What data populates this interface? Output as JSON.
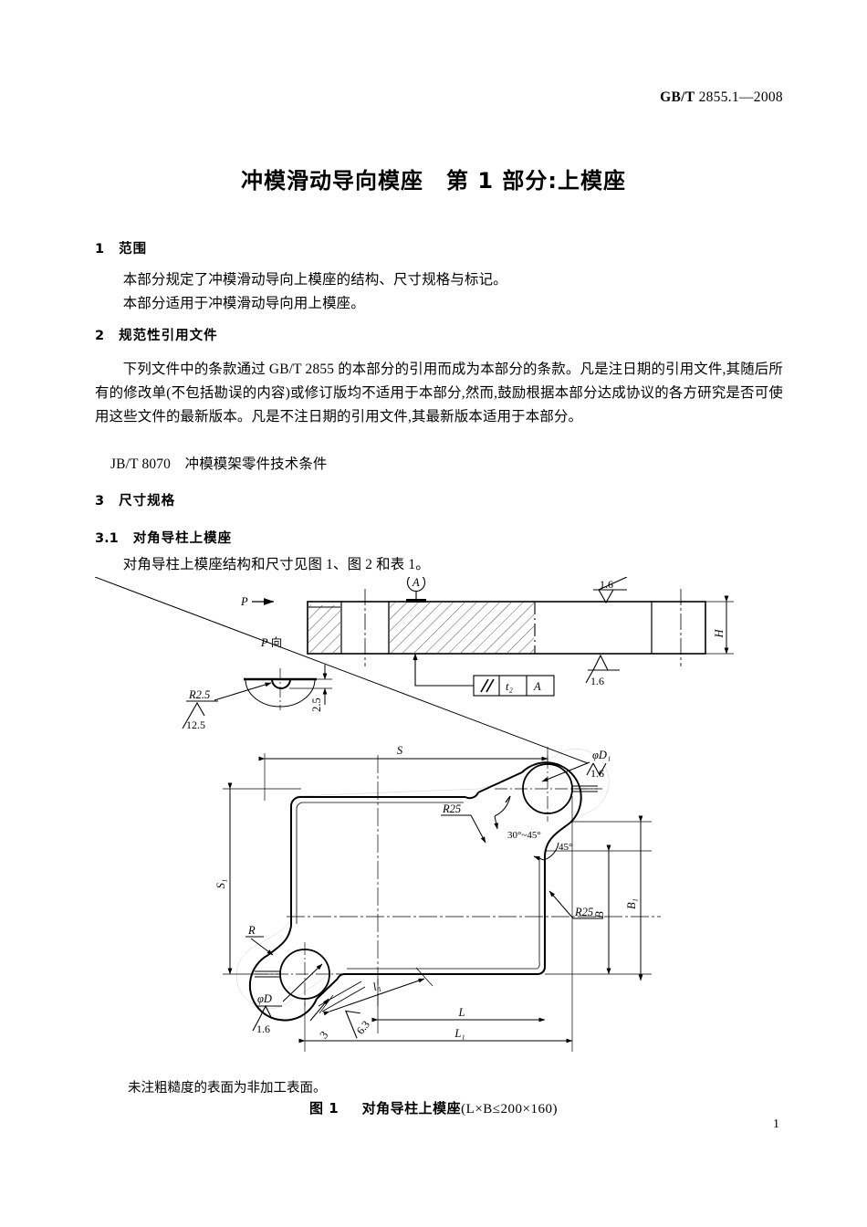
{
  "header": {
    "standard_prefix": "GB/T",
    "standard_number": "2855.1—2008"
  },
  "title": "冲模滑动导向模座　第 1 部分:上模座",
  "sections": [
    {
      "number": "1",
      "heading": "范围",
      "paragraphs": [
        "本部分规定了冲模滑动导向上模座的结构、尺寸规格与标记。",
        "本部分适用于冲模滑动导向用上模座。"
      ]
    },
    {
      "number": "2",
      "heading": "规范性引用文件",
      "paragraphs": [
        "下列文件中的条款通过 GB/T 2855 的本部分的引用而成为本部分的条款。凡是注日期的引用文件,其随后所有的修改单(不包括勘误的内容)或修订版均不适用于本部分,然而,鼓励根据本部分达成协议的各方研究是否可使用这些文件的最新版本。凡是不注日期的引用文件,其最新版本适用于本部分。",
        "JB/T 8070　冲模模架零件技术条件"
      ]
    },
    {
      "number": "3",
      "heading": "尺寸规格",
      "paragraphs": []
    },
    {
      "number": "3.1",
      "heading": "对角导柱上模座",
      "paragraphs": [
        "对角导柱上模座结构和尺寸见图 1、图 2 和表 1。"
      ]
    }
  ],
  "figure": {
    "note": "未注粗糙度的表面为非加工表面。",
    "caption_label": "图 1",
    "caption_title": "对角导柱上模座",
    "caption_paren": "(L×B≤200×160)",
    "section_view": {
      "view_arrow_label": "P",
      "view_direction_label": "P 向",
      "datum_label": "A",
      "height_dim": "H",
      "roughness_top": "1.6",
      "roughness_bottom": "1.6",
      "gdt_tolerance": "t₂",
      "gdt_datum": "A"
    },
    "detail_view": {
      "radius_label": "R2.5",
      "roughness": "12.5",
      "depth_dim": "2.5"
    },
    "plan_view": {
      "dim_S": "S",
      "dim_S1": "S₁",
      "dim_L": "L",
      "dim_L1": "L₁",
      "dim_l1": "l₁",
      "dim_B": "B",
      "dim_B1": "B₁",
      "fillet_upper": "R25",
      "fillet_lower": "R25",
      "corner_radius": "R",
      "bore_upper": "φD₁",
      "bore_lower": "φD",
      "bore_upper_roughness": "1.6",
      "bore_lower_roughness": "1.6",
      "angle_range": "30°~45°",
      "angle_chamfer": "45°",
      "slot_roughness": "6.3",
      "slot_width": "3"
    }
  },
  "footer": {
    "page_number": "1"
  },
  "colors": {
    "ink": "#000000",
    "paper": "#ffffff",
    "thin_line": "#1a1a1a"
  }
}
